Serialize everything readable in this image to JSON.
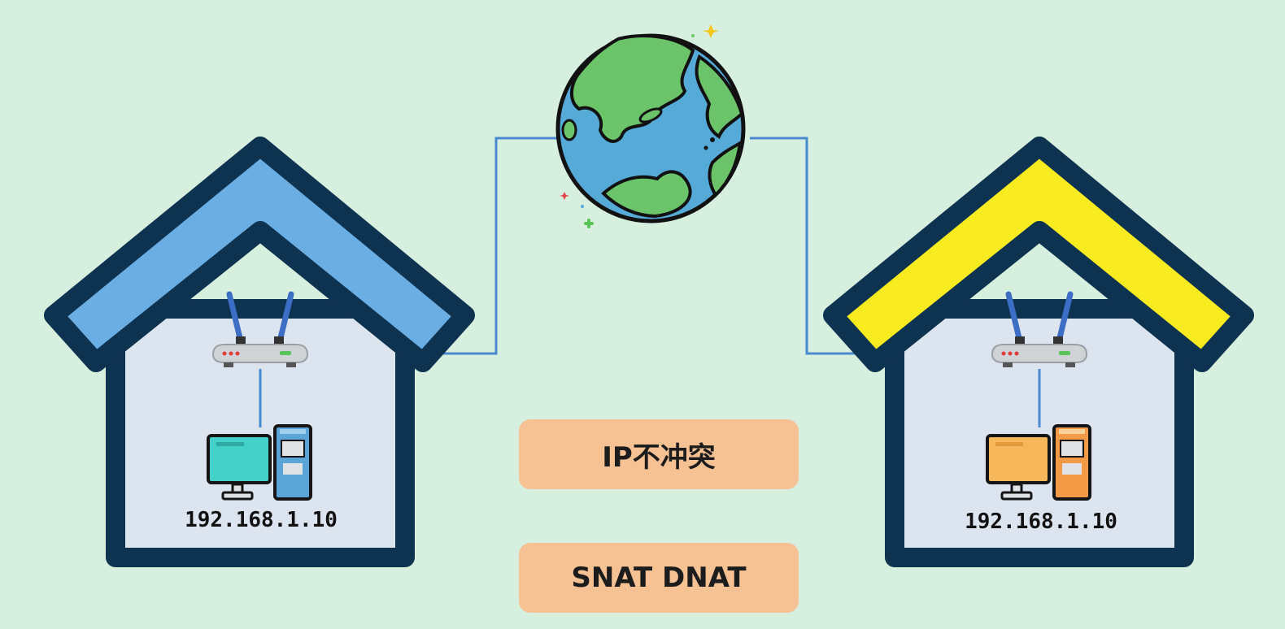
{
  "left_house": {
    "roof_color": "#6aaee4",
    "pc_screen_color": "#43d0c8",
    "pc_tower_color": "#5ba4d8",
    "ip": "192.168.1.10"
  },
  "right_house": {
    "roof_color": "#f8eb1f",
    "pc_screen_color": "#f6b65a",
    "pc_tower_color": "#f29a45",
    "ip": "192.168.1.10"
  },
  "labels": {
    "conflict": "IP不冲突",
    "nat": "SNAT DNAT"
  },
  "colors": {
    "background": "#d6efde",
    "outline": "#0e3350",
    "wall": "#dce4ef",
    "link": "#4a88d0",
    "label_bg": "#f6c193",
    "globe_ocean": "#55aad8",
    "globe_land": "#6cc46a"
  },
  "icons": [
    "house-icon",
    "router-icon",
    "desktop-computer-icon",
    "globe-icon",
    "sparkle-icon"
  ]
}
